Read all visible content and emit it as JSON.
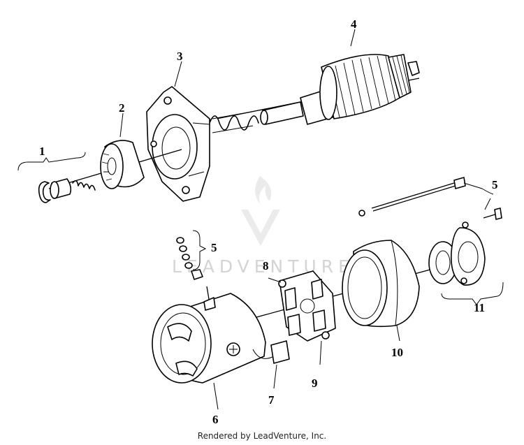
{
  "callouts": {
    "c1": "1",
    "c2": "2",
    "c3": "3",
    "c4": "4",
    "c5a": "5",
    "c5b": "5",
    "c6": "6",
    "c7": "7",
    "c8": "8",
    "c9": "9",
    "c10": "10",
    "c11": "11"
  },
  "watermark": {
    "text": "LEADVENTURE"
  },
  "footer": {
    "text": "Rendered by LeadVenture, Inc."
  }
}
